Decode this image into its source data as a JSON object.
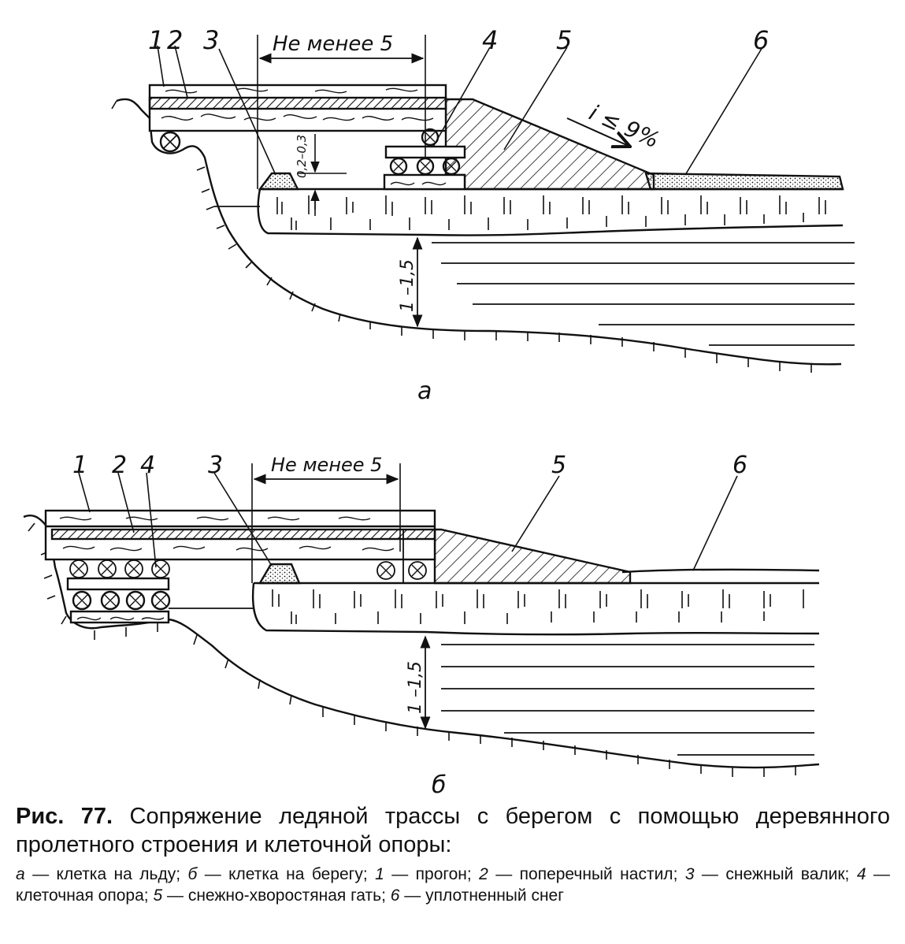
{
  "figure": {
    "upper": {
      "label": "а",
      "callouts": [
        "1",
        "2",
        "3",
        "4",
        "5",
        "6"
      ],
      "dim_span": "Не менее 5",
      "dim_gap": "0,2–0,3",
      "dim_depth": "1 –1,5",
      "slope": "i ≤ 9%"
    },
    "lower": {
      "label": "б",
      "callouts": [
        "1",
        "2",
        "4",
        "3",
        "5",
        "6"
      ],
      "dim_span": "Не менее 5",
      "dim_depth": "1 –1,5"
    }
  },
  "caption": {
    "number": "Рис. 77.",
    "title": "Сопряжение ледяной трассы с берегом с помощью деревянного пролетного строения и клеточной опоры:",
    "legend": [
      {
        "key": "а",
        "text": "клетка на льду;"
      },
      {
        "key": "б",
        "text": "клетка на берегу;"
      },
      {
        "key": "1",
        "text": "прогон;"
      },
      {
        "key": "2",
        "text": "поперечный настил;"
      },
      {
        "key": "3",
        "text": "снежный валик;"
      },
      {
        "key": "4",
        "text": "клеточная опора;"
      },
      {
        "key": "5",
        "text": "снежно-хворостяная гать;"
      },
      {
        "key": "6",
        "text": "уплотненный снег"
      }
    ]
  },
  "colors": {
    "ink": "#111111",
    "paper": "#ffffff"
  }
}
